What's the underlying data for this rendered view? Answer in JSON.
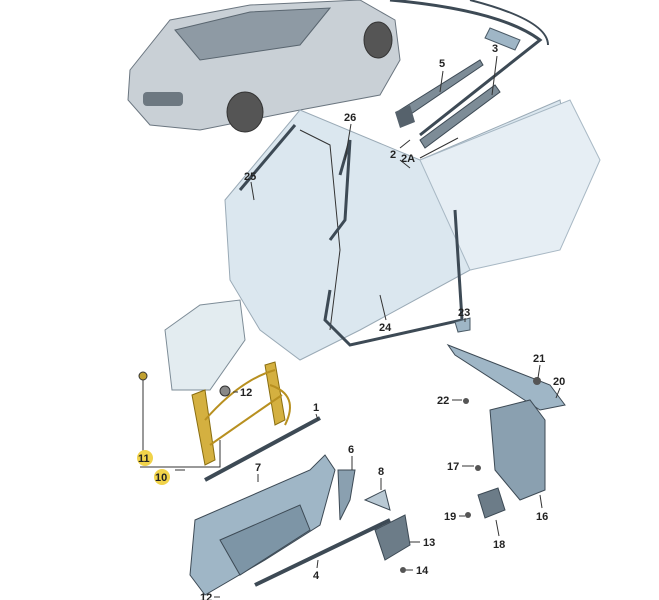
{
  "title": "Door, window regulator and body seals exploded parts diagram",
  "colors": {
    "body": "#dbe7ef",
    "part": "#9fb6c6",
    "dark": "#3d4a55",
    "regulator": "#d4b040",
    "highlight": "#f1d34a"
  },
  "labels": {
    "p1": "1",
    "p2": "2",
    "p2a": "2A",
    "p3": "3",
    "p4": "4",
    "p5": "5",
    "p6": "6",
    "p7": "7",
    "p8": "8",
    "p10": "10",
    "p11": "11",
    "p12a": "12",
    "p12b": "12",
    "p13": "13",
    "p14": "14",
    "p16": "16",
    "p17": "17",
    "p18": "18",
    "p19": "19",
    "p20": "20",
    "p21": "21",
    "p22": "22",
    "p23": "23",
    "p24": "24",
    "p25": "25",
    "p26": "26"
  },
  "highlighted": [
    "10",
    "11"
  ]
}
